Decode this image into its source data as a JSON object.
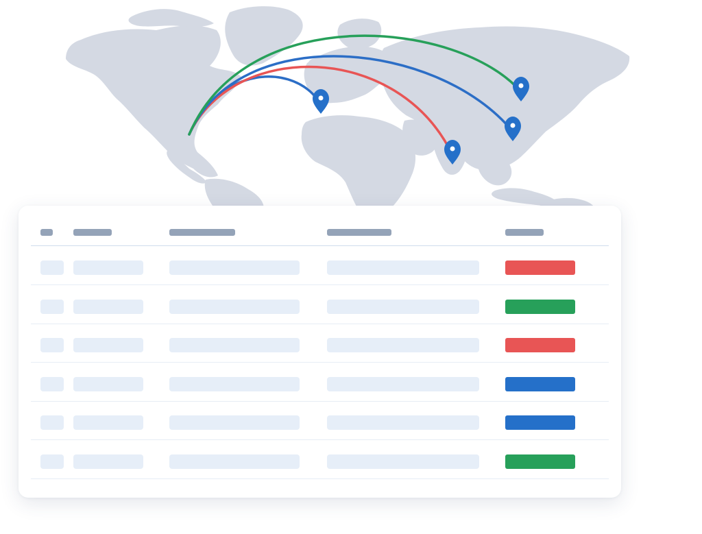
{
  "map": {
    "land_color": "#d4d9e3",
    "origin_label": "",
    "routes": [
      {
        "name": "route-europe",
        "color": "#2c6ec6"
      },
      {
        "name": "route-india",
        "color": "#e85555"
      },
      {
        "name": "route-east-china",
        "color": "#2c6ec6"
      },
      {
        "name": "route-north-china",
        "color": "#27a05a"
      }
    ],
    "pin_color": "#2570c9"
  },
  "table": {
    "header_color": "#94a3b8",
    "cell_color": "#e6eef8",
    "columns": [
      "",
      "",
      "",
      "",
      ""
    ],
    "rows": [
      {
        "status": "red",
        "status_color": "#e85555"
      },
      {
        "status": "green",
        "status_color": "#27a05a"
      },
      {
        "status": "red",
        "status_color": "#e85555"
      },
      {
        "status": "blue",
        "status_color": "#2570c9"
      },
      {
        "status": "blue",
        "status_color": "#2570c9"
      },
      {
        "status": "green",
        "status_color": "#27a05a"
      }
    ]
  }
}
